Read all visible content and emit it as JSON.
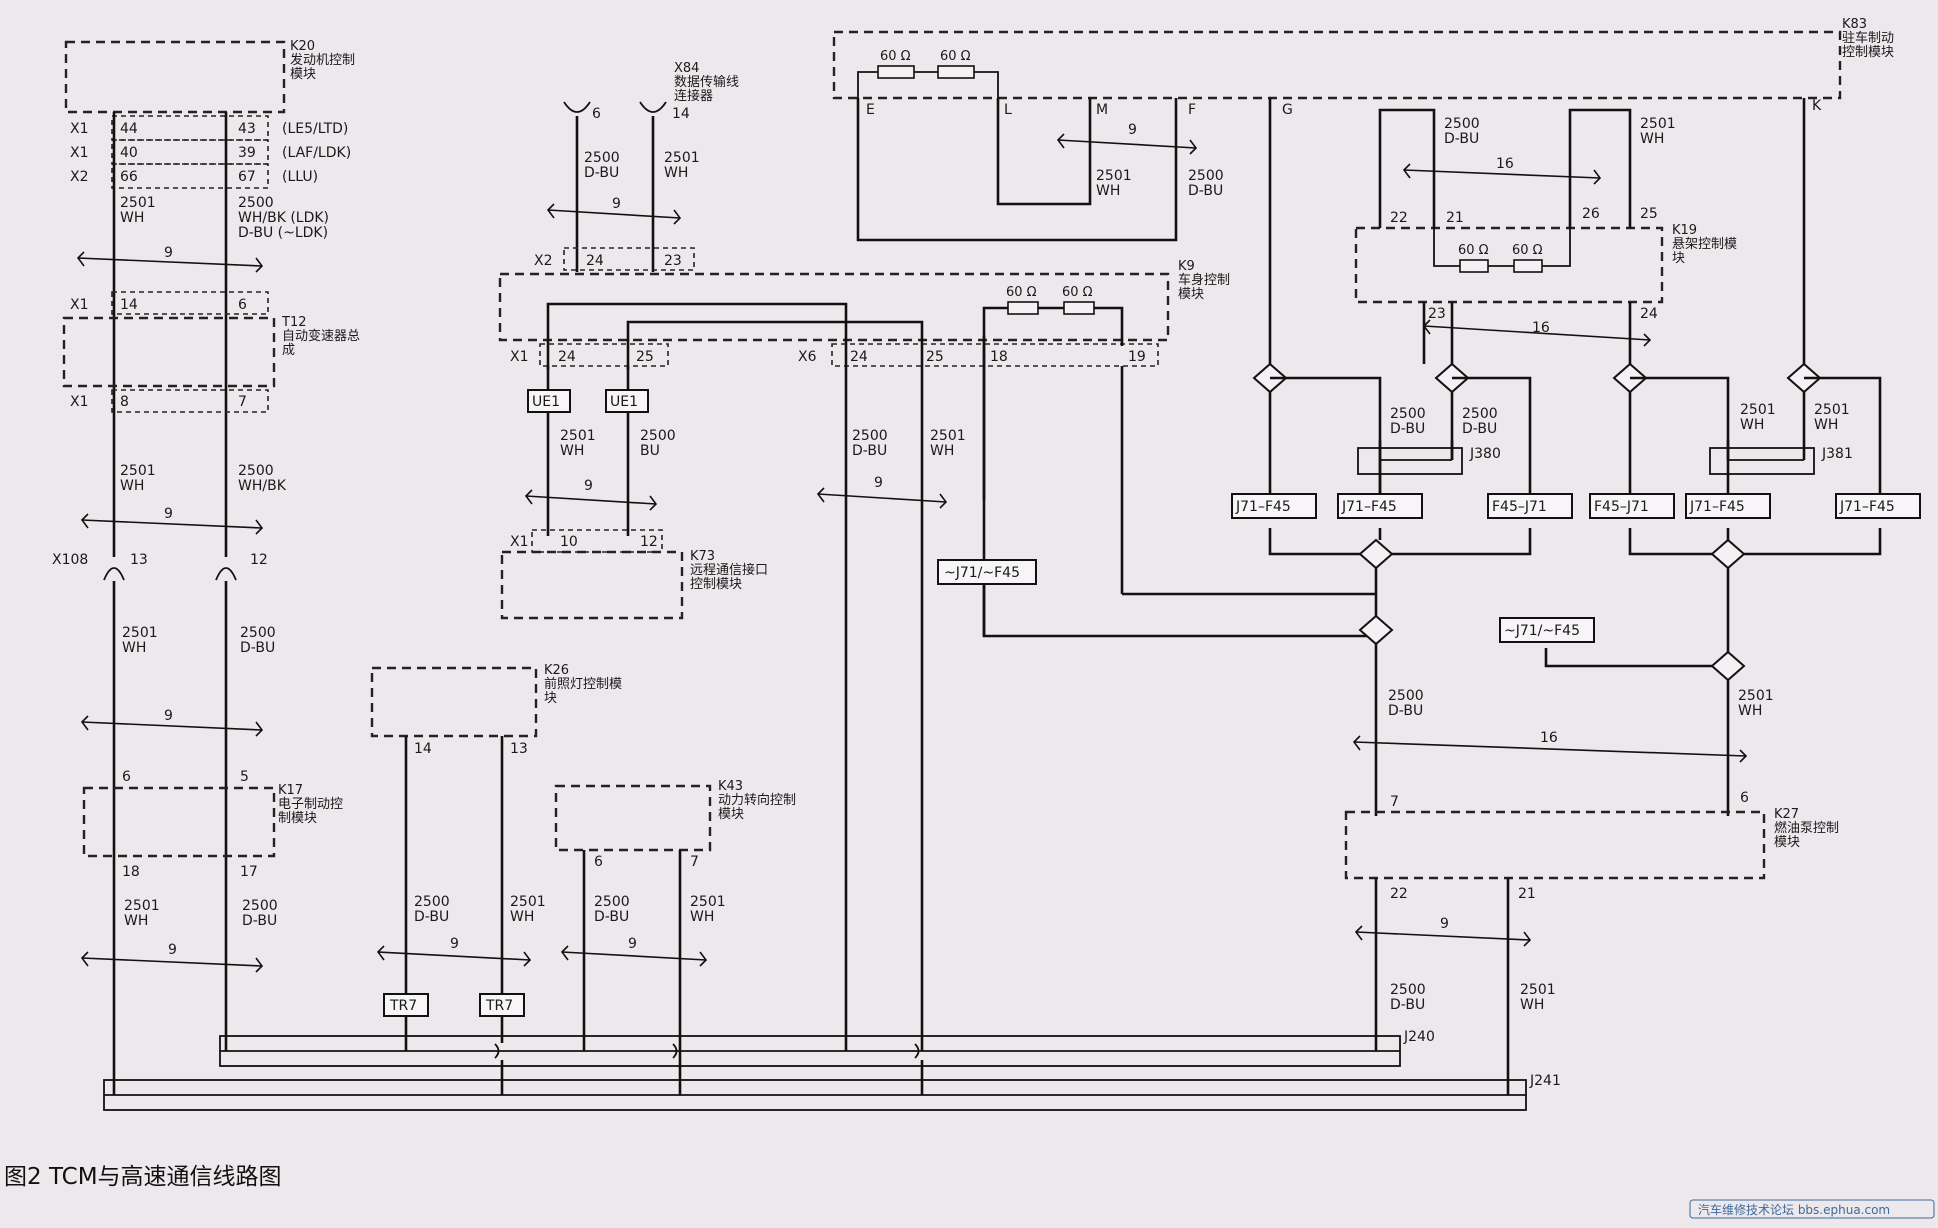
{
  "modules": {
    "k20": {
      "code": "K20",
      "name1": "发动机控制",
      "name2": "模块"
    },
    "x84": {
      "code": "X84",
      "name1": "数据传输线",
      "name2": "连接器"
    },
    "k83": {
      "code": "K83",
      "name1": "驻车制动",
      "name2": "控制模块"
    },
    "t12": {
      "code": "T12",
      "name1": "自动变速器总",
      "name2": "成"
    },
    "k9": {
      "code": "K9",
      "name1": "车身控制",
      "name2": "模块"
    },
    "k19": {
      "code": "K19",
      "name1": "悬架控制模",
      "name2": "块"
    },
    "k73": {
      "code": "K73",
      "name1": "远程通信接口",
      "name2": "控制模块"
    },
    "k26": {
      "code": "K26",
      "name1": "前照灯控制模",
      "name2": "块"
    },
    "k43": {
      "code": "K43",
      "name1": "动力转向控制",
      "name2": "模块"
    },
    "k17": {
      "code": "K17",
      "name1": "电子制动控",
      "name2": "制模块"
    },
    "k27": {
      "code": "K27",
      "name1": "燃油泵控制",
      "name2": "模块"
    }
  },
  "k20_connectors": {
    "rows": [
      {
        "conn": "X1",
        "pin_a": "44",
        "pin_b": "43",
        "variant": "(LE5/LTD)"
      },
      {
        "conn": "X1",
        "pin_a": "40",
        "pin_b": "39",
        "variant": "(LAF/LDK)"
      },
      {
        "conn": "X2",
        "pin_a": "66",
        "pin_b": "67",
        "variant": "(LLU)"
      }
    ]
  },
  "pins": {
    "t12_top_conn": "X1",
    "t12_top_a": "14",
    "t12_top_b": "6",
    "t12_bot_conn": "X1",
    "t12_bot_a": "8",
    "t12_bot_b": "7",
    "x108": "X108",
    "x108_a": "13",
    "x108_b": "12",
    "k17_in_a": "6",
    "k17_in_b": "5",
    "k17_out_a": "18",
    "k17_out_b": "17",
    "x84_a": "6",
    "x84_b": "14",
    "k9_x2": "X2",
    "k9_x2_a": "24",
    "k9_x2_b": "23",
    "k9_x1": "X1",
    "k9_x1_a": "24",
    "k9_x1_b": "25",
    "k9_x6": "X6",
    "k9_x6_a": "24",
    "k9_x6_b": "25",
    "k9_x6_c": "18",
    "k9_x6_d": "19",
    "k73_conn": "X1",
    "k73_a": "10",
    "k73_b": "12",
    "k26_a": "14",
    "k26_b": "13",
    "k43_a": "6",
    "k43_b": "7",
    "k83_e": "E",
    "k83_l": "L",
    "k83_m": "M",
    "k83_f": "F",
    "k83_g": "G",
    "k83_k": "K",
    "k19_22": "22",
    "k19_21": "21",
    "k19_26": "26",
    "k19_25": "25",
    "k19_23": "23",
    "k19_24": "24",
    "k27_7": "7",
    "k27_6": "6",
    "k27_22": "22",
    "k27_21": "21"
  },
  "resistors": {
    "value": "60 Ω"
  },
  "twist": {
    "nine": "9",
    "sixteen": "16"
  },
  "wires": {
    "c2501": "2501",
    "c2500": "2500",
    "wh": "WH",
    "dbu": "D-BU",
    "bu": "BU",
    "whbk": "WH/BK",
    "k20_right_1": "WH/BK (LDK)",
    "k20_right_2": "D-BU (~LDK)"
  },
  "splices": {
    "ue1": "UE1",
    "tr7": "TR7",
    "j380": "J380",
    "j381": "J381",
    "j240": "J240",
    "j241": "J241"
  },
  "options": {
    "j71_f45": "J71–F45",
    "f45_j71": "F45–J71",
    "not_j71_f45": "~J71/~F45"
  },
  "caption": "图2  TCM与高速通信线路图",
  "watermark": "汽车维修技术论坛 bbs.ephua.com"
}
